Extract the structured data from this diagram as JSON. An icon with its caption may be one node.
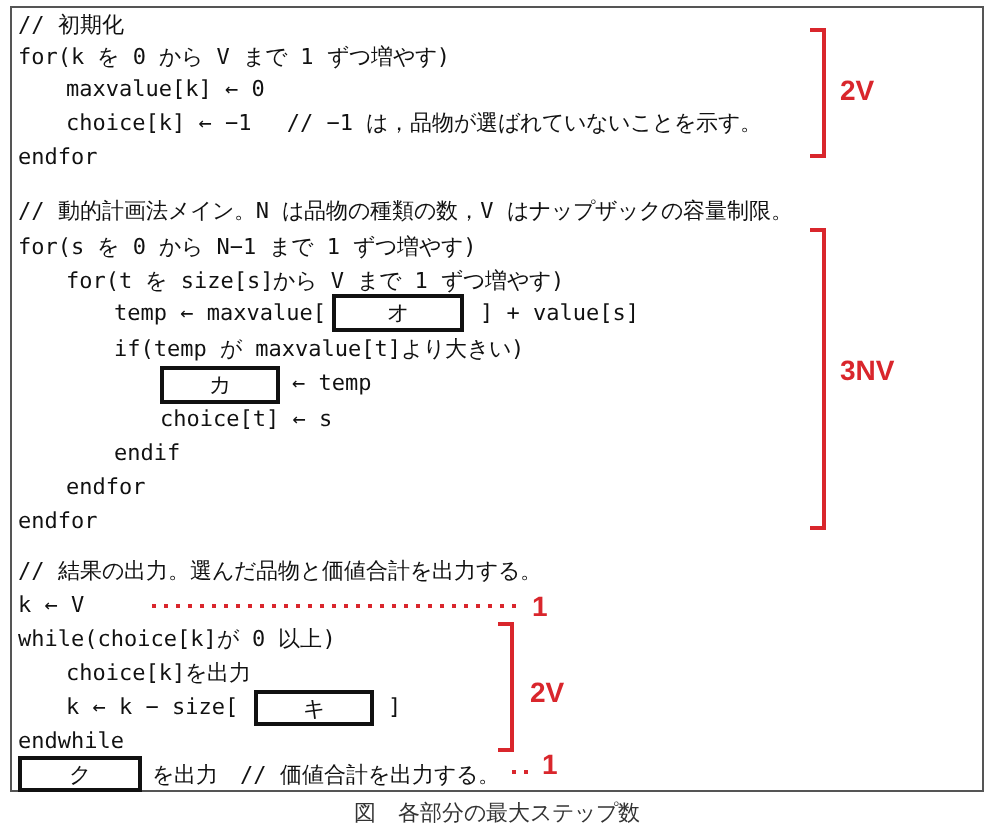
{
  "diagram": {
    "caption": "図　各部分の最大ステップ数",
    "nodes": [
      {
        "text": [
          "オ"
        ]
      },
      {
        "text": [
          "カ"
        ]
      },
      {
        "text": [
          "キ"
        ]
      },
      {
        "text": [
          "ク"
        ]
      }
    ],
    "labels": [
      "// 初期化",
      "for(k を 0 から V まで 1 ずつ増やす)",
      "maxvalue[k] ← 0",
      "choice[k] ← −1　 // −1 は，品物が選ばれていないことを示す。",
      "2V",
      "endfor",
      "// 動的計画法メイン。N は品物の種類の数，V はナップザックの容量制限。",
      "for(s を 0 から N−1 まで 1 ずつ増やす)",
      "for(t を size[s]から V まで 1 ずつ増やす)",
      "temp ← maxvalue[",
      "] + value[s]",
      "if(temp が maxvalue[t]より大きい)",
      "← temp",
      "3NV",
      "choice[t] ← s",
      "endif",
      "endfor",
      "endfor",
      "// 結果の出力。選んだ品物と価値合計を出力する。",
      "k ← V",
      "1",
      "while(choice[k]が 0 以上)",
      "choice[k]を出力",
      "k ← k − size[",
      "2V",
      "]",
      "endwhile",
      "を出力　// 価値合計を出力する。",
      "1"
    ]
  }
}
